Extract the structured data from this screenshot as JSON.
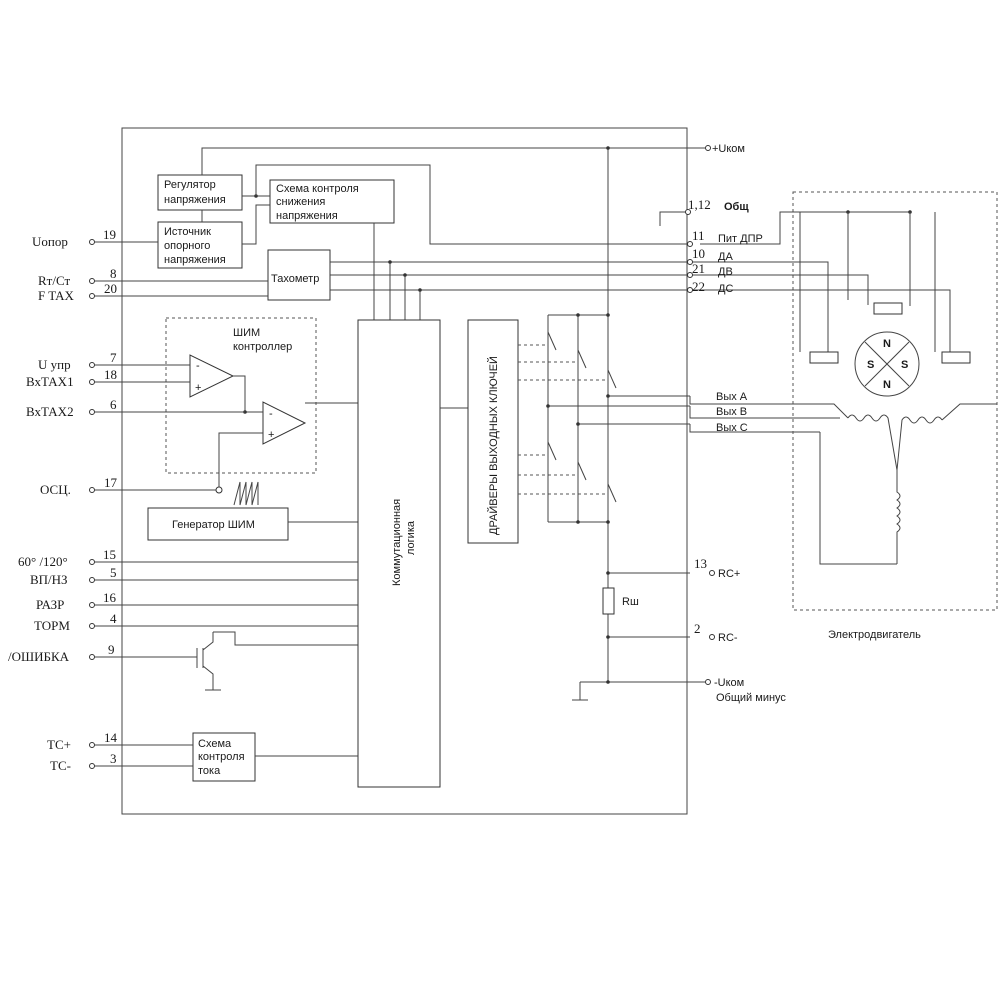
{
  "blocks": {
    "voltage_regulator": [
      "Регулятор",
      "напряжения"
    ],
    "ref_source": [
      "Источник",
      "опорного",
      "напряжения"
    ],
    "undervoltage": [
      "Схема контроля",
      "снижения",
      "напряжения"
    ],
    "tachometer": "Тахометр",
    "pwm_controller": [
      "ШИМ",
      "контроллер"
    ],
    "pwm_generator": "Генератор  ШИМ",
    "commutation_logic": [
      "Коммутационная",
      "логика"
    ],
    "drivers": "ДРАЙВЕРЫ ВЫХОДНЫХ КЛЮЧЕЙ",
    "current_control": [
      "Схема",
      "контроля",
      "тока"
    ],
    "shunt": "Rш",
    "motor": "Электродвигатель"
  },
  "left_pins": [
    {
      "label": "Uопор",
      "num": "19"
    },
    {
      "label": "Rт/Ст",
      "num": "8"
    },
    {
      "label": "F TAX",
      "num": "20"
    },
    {
      "label": "U упр",
      "num": "7"
    },
    {
      "label": "ВхТАХ1",
      "num": "18"
    },
    {
      "label": "ВхТАХ2",
      "num": "6"
    },
    {
      "label": "ОСЦ.",
      "num": "17"
    },
    {
      "label": "60° /120°",
      "num": "15"
    },
    {
      "label": "ВП/НЗ",
      "num": "5"
    },
    {
      "label": "РАЗР",
      "num": "16"
    },
    {
      "label": "ТОРМ",
      "num": "4"
    },
    {
      "label": "/ОШИБКА",
      "num": "9"
    },
    {
      "label": "ТС+",
      "num": "14"
    },
    {
      "label": "ТС-",
      "num": "3"
    }
  ],
  "right_pins": [
    {
      "label": "+Uком",
      "num": ""
    },
    {
      "label": "Общ",
      "num": "1,12"
    },
    {
      "label": "Пит ДПР",
      "num": "11"
    },
    {
      "label": "ДА",
      "num": "10"
    },
    {
      "label": "ДВ",
      "num": "21"
    },
    {
      "label": "ДС",
      "num": "22"
    },
    {
      "label": "Вых А",
      "num": ""
    },
    {
      "label": "Вых В",
      "num": ""
    },
    {
      "label": "Вых С",
      "num": ""
    },
    {
      "label": "RC+",
      "num": "13"
    },
    {
      "label": "RC-",
      "num": "2"
    },
    {
      "label": "-Uком",
      "num": ""
    },
    {
      "label": "Общий минус",
      "num": ""
    }
  ],
  "hall_poles": [
    "N",
    "S",
    "S",
    "N"
  ],
  "opamp_signs": [
    "-",
    "+",
    "-",
    "+"
  ]
}
